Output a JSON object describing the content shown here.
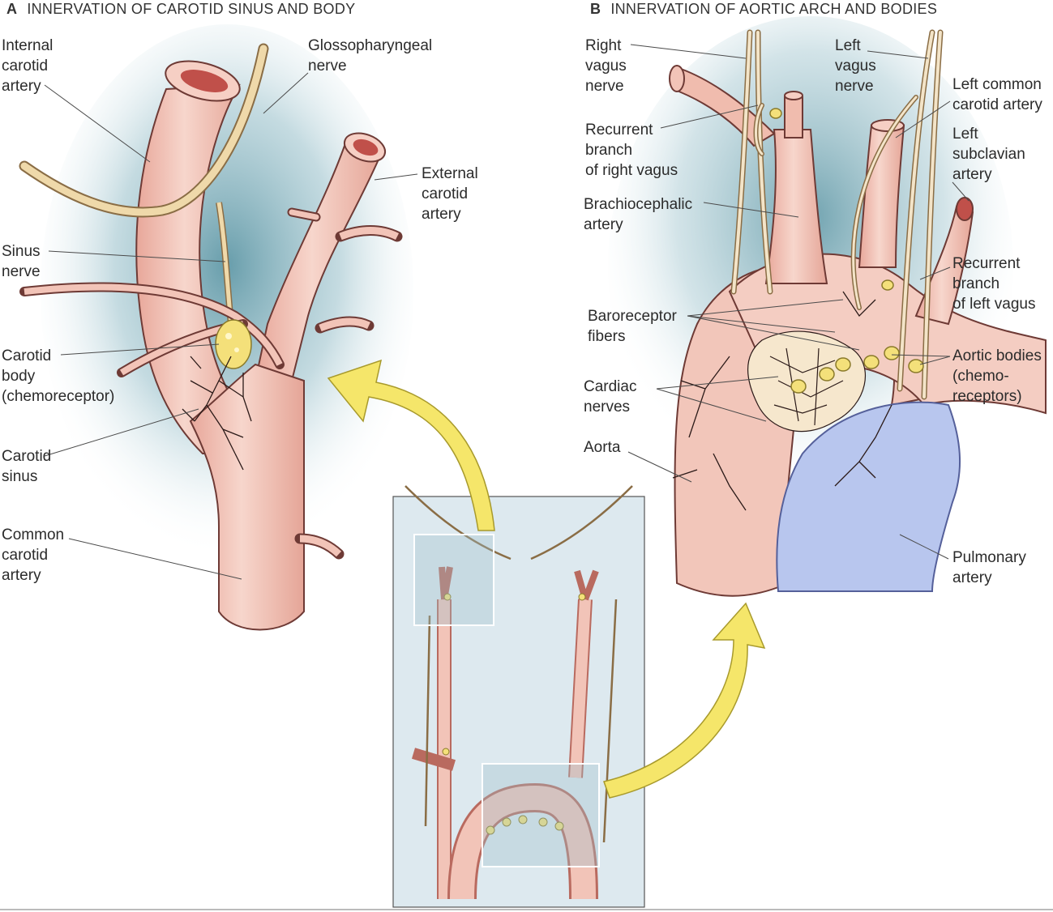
{
  "panel_a": {
    "letter": "A",
    "title": "INNERVATION OF CAROTID SINUS AND BODY",
    "labels": {
      "internal_carotid": "Internal\ncarotid\nartery",
      "glossopharyngeal": "Glossopharyngeal\nnerve",
      "external_carotid": "External\ncarotid\nartery",
      "sinus_nerve": "Sinus\nnerve",
      "carotid_body": "Carotid\nbody\n(chemoreceptor)",
      "carotid_sinus": "Carotid\nsinus",
      "common_carotid": "Common\ncarotid\nartery"
    }
  },
  "panel_b": {
    "letter": "B",
    "title": "INNERVATION OF AORTIC ARCH AND BODIES",
    "labels": {
      "right_vagus": "Right\nvagus\nnerve",
      "left_vagus": "Left\nvagus\nnerve",
      "left_common_carotid": "Left common\ncarotid artery",
      "recurrent_right": "Recurrent\nbranch\nof right vagus",
      "left_subclavian": "Left\nsubclavian\nartery",
      "brachiocephalic": "Brachiocephalic\nartery",
      "recurrent_left": "Recurrent\nbranch\nof left vagus",
      "baroreceptor": "Baroreceptor\nfibers",
      "aortic_bodies": "Aortic bodies\n(chemo-\nreceptors)",
      "cardiac_nerves": "Cardiac\nnerves",
      "aorta": "Aorta",
      "pulmonary": "Pulmonary\nartery"
    }
  },
  "colors": {
    "artery": "#f2c4b8",
    "artery_edge": "#6e3a35",
    "nerve": "#f3e4c8",
    "body": "#f4e07a",
    "pulmonary": "#b8c6ee",
    "background_haze": "#5f9aa8",
    "arrow": "#f5e66a",
    "inset_bg": "#dde9ef"
  }
}
